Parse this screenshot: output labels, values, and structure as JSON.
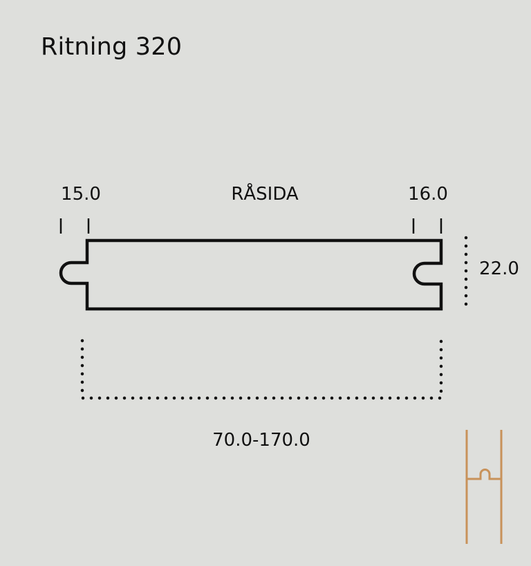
{
  "title": "Ritning 320",
  "labels": {
    "left_tongue": "15.0",
    "face": "RÅSIDA",
    "right_groove": "16.0",
    "thickness": "22.0",
    "width": "70.0-170.0"
  },
  "colors": {
    "background": "#dedfdc",
    "profile_stroke": "#111111",
    "mounting_icon": "#c8925a"
  },
  "icons": {
    "mounting": "board-joint-icon"
  }
}
